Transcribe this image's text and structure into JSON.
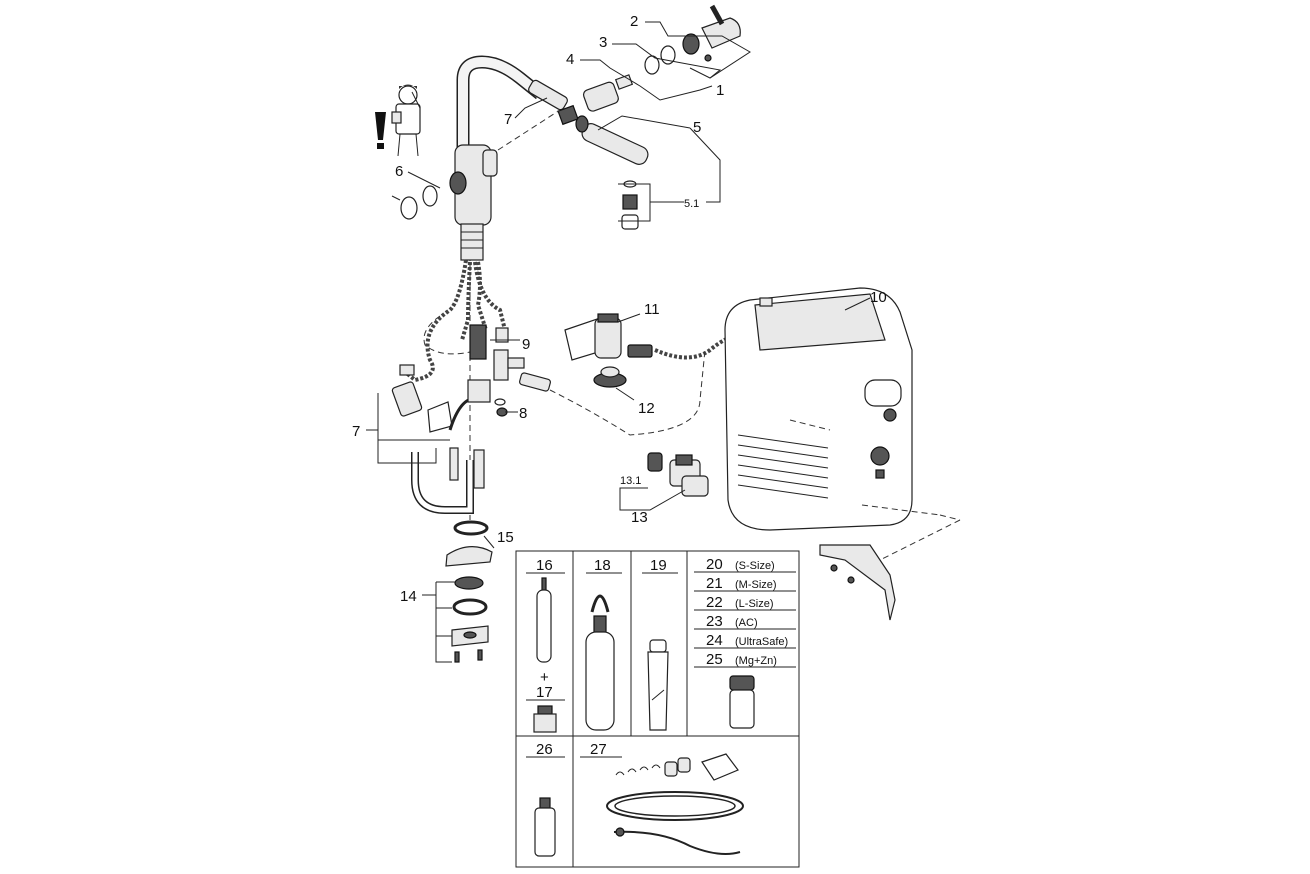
{
  "callouts": {
    "n1": "1",
    "n2": "2",
    "n3": "3",
    "n4": "4",
    "n5": "5",
    "n5_1": "5.1",
    "n6": "6",
    "n7a": "7",
    "n7b": "7",
    "n8": "8",
    "n9": "9",
    "n10": "10",
    "n11": "11",
    "n12": "12",
    "n13": "13",
    "n13_1": "13.1",
    "n14": "14",
    "n15": "15"
  },
  "accessories": {
    "n16": "16",
    "plus": "+",
    "n17": "17",
    "n18": "18",
    "n19": "19",
    "n26": "26",
    "n27": "27",
    "filters": [
      {
        "num": "20",
        "size": "(S-Size)"
      },
      {
        "num": "21",
        "size": "(M-Size)"
      },
      {
        "num": "22",
        "size": "(L-Size)"
      },
      {
        "num": "23",
        "size": "(AC)"
      },
      {
        "num": "24",
        "size": "(UltraSafe)"
      },
      {
        "num": "25",
        "size": "(Mg+Zn)"
      }
    ]
  },
  "icons": [
    "warning-exclamation-icon",
    "installer-figure-icon"
  ]
}
